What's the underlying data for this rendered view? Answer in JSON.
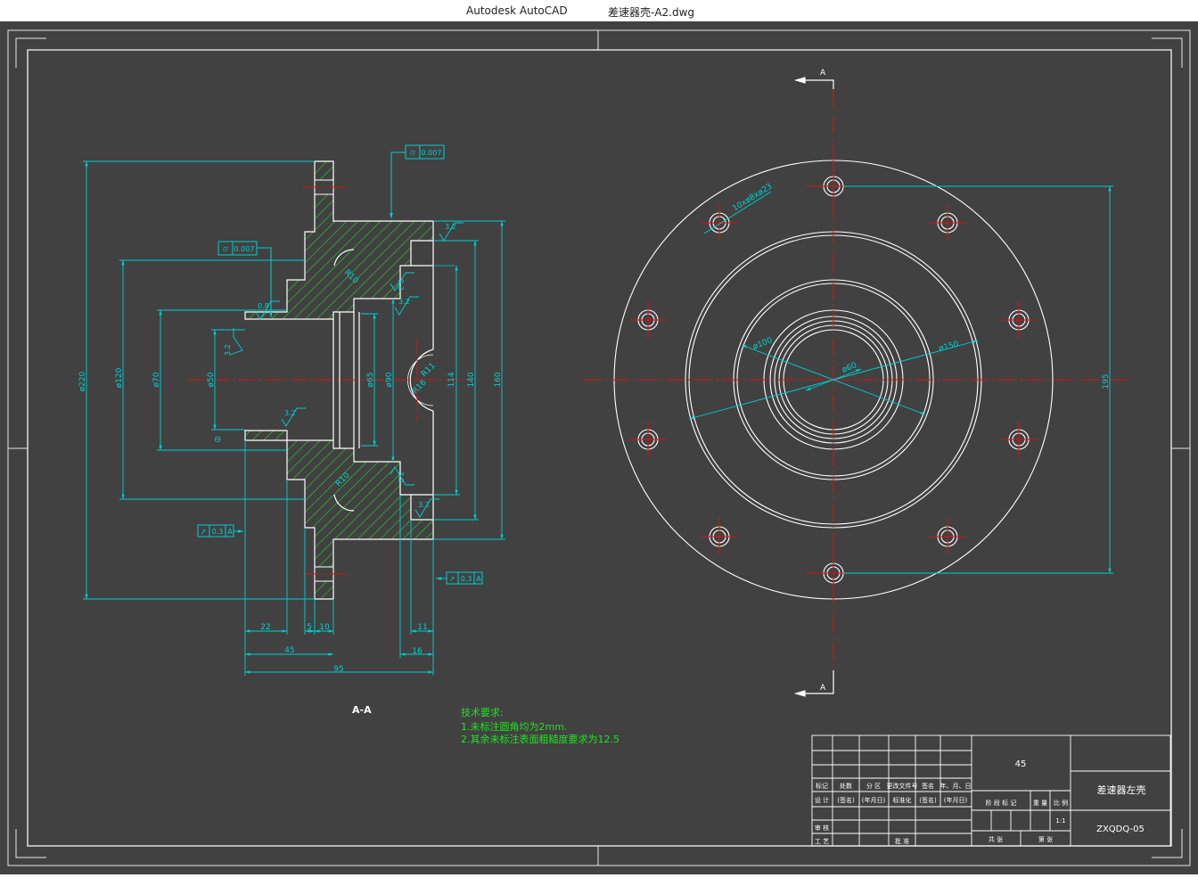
{
  "window": {
    "app_name": "Autodesk AutoCAD",
    "file_name": "差速器壳-A2.dwg"
  },
  "colors": {
    "background": "#414141",
    "outline": "#ffffff",
    "dimension": "#00d0d0",
    "centerline": "#e01010",
    "hatch": "#2cc82c",
    "note_text": "#22e022"
  },
  "section_view": {
    "label": "A-A",
    "dims": {
      "d220": "ø220",
      "d120": "ø120",
      "d70": "ø70",
      "d50": "ø50",
      "d65": "ø65",
      "d90": "ø90",
      "d114": "114",
      "d140": "140",
      "d160": "160",
      "r10_top": "R10",
      "r10_bot": "R10",
      "r11": "R11",
      "r16": "R16",
      "l22": "22",
      "l5": "5",
      "l10": "10",
      "l45": "45",
      "l95": "95",
      "l11": "11",
      "l16": "16"
    },
    "roughness": [
      "3.2",
      "3.2",
      "3.2",
      "3.2",
      "3.2",
      "3.2",
      "0.8",
      "3.2"
    ],
    "tolerance_frames": [
      {
        "value": "0.007"
      },
      {
        "value": "0.007"
      },
      {
        "value": "0.3",
        "datum": "A"
      },
      {
        "value": "0.3",
        "datum": "A"
      }
    ]
  },
  "front_view": {
    "section_mark": "A",
    "dims": {
      "holes": "10xø8xø23",
      "d100": "ø100",
      "d60": "ø60",
      "d150": "ø150",
      "d195": "195"
    }
  },
  "tech_requirements": {
    "title": "技术要求:",
    "line1": "1.未标注圆角均为2mm.",
    "line2": "2.其余未标注表面粗糙度要求为12.5"
  },
  "title_block": {
    "material": "45",
    "part_name": "差速器左壳",
    "drawing_no": "ZXQDQ-05",
    "scale": "1:1",
    "headers_row": [
      "标记",
      "处数",
      "分 区",
      "更改文件号",
      "签名",
      "年、月、日"
    ],
    "design_row": [
      "设 计",
      "(签名)",
      "(年月日)",
      "标准化",
      "(签名)",
      "(年月日)"
    ],
    "stage_labels": [
      "阶 段 标 记",
      "重 量",
      "比 例"
    ],
    "review": "审 核",
    "process": "工 艺",
    "approve": "批 准",
    "sheets_total": "共 张",
    "sheet_no": "第 张"
  }
}
